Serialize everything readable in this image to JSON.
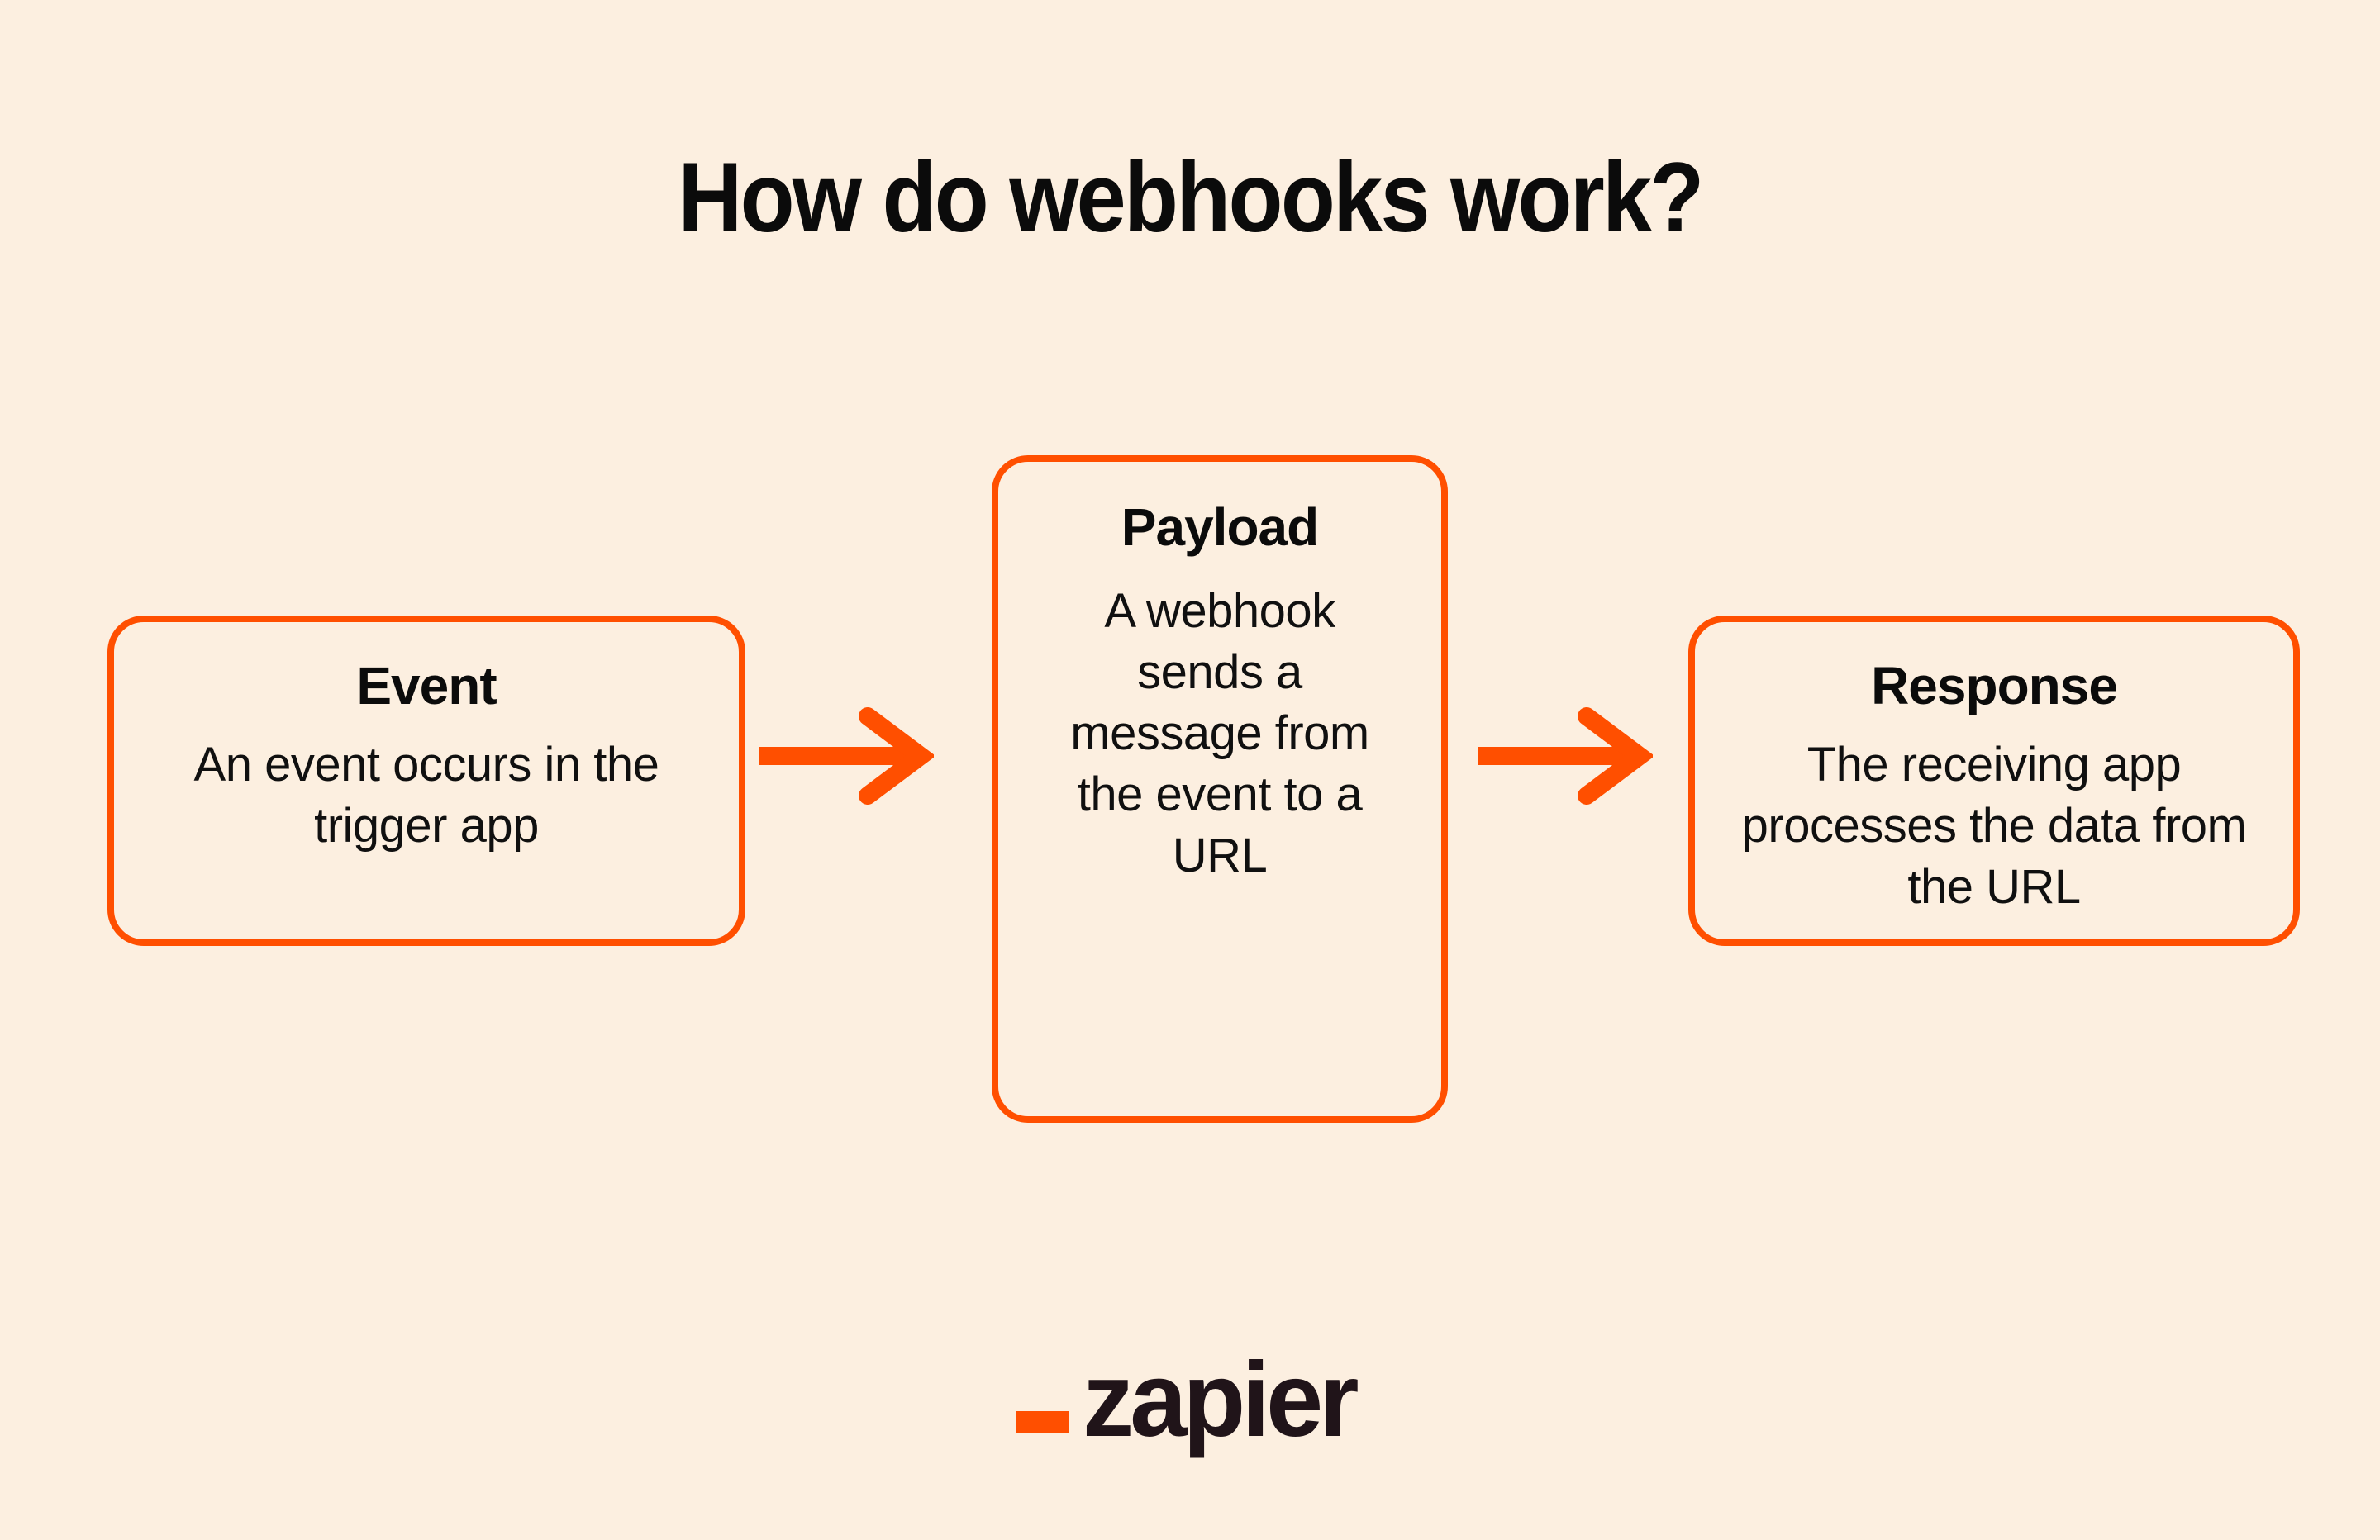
{
  "page": {
    "background_color": "#FCEFE0",
    "accent_color": "#FF4F00",
    "text_color": "#0B0B0B"
  },
  "title": "How do webhooks work?",
  "diagram": {
    "type": "flow",
    "steps": [
      {
        "id": "event",
        "title": "Event",
        "body": "An event occurs in the trigger app"
      },
      {
        "id": "payload",
        "title": "Payload",
        "body": "A webhook sends a message from the event to a URL"
      },
      {
        "id": "response",
        "title": "Response",
        "body": "The receiving app processes the data from the URL"
      }
    ],
    "connectors": [
      {
        "id": "arrow-1",
        "from": "event",
        "to": "payload",
        "direction": "right"
      },
      {
        "id": "arrow-2",
        "from": "payload",
        "to": "response",
        "direction": "right"
      }
    ]
  },
  "brand": {
    "wordmark": "zapier",
    "dash_color": "#FF4F00",
    "word_color": "#201419"
  }
}
